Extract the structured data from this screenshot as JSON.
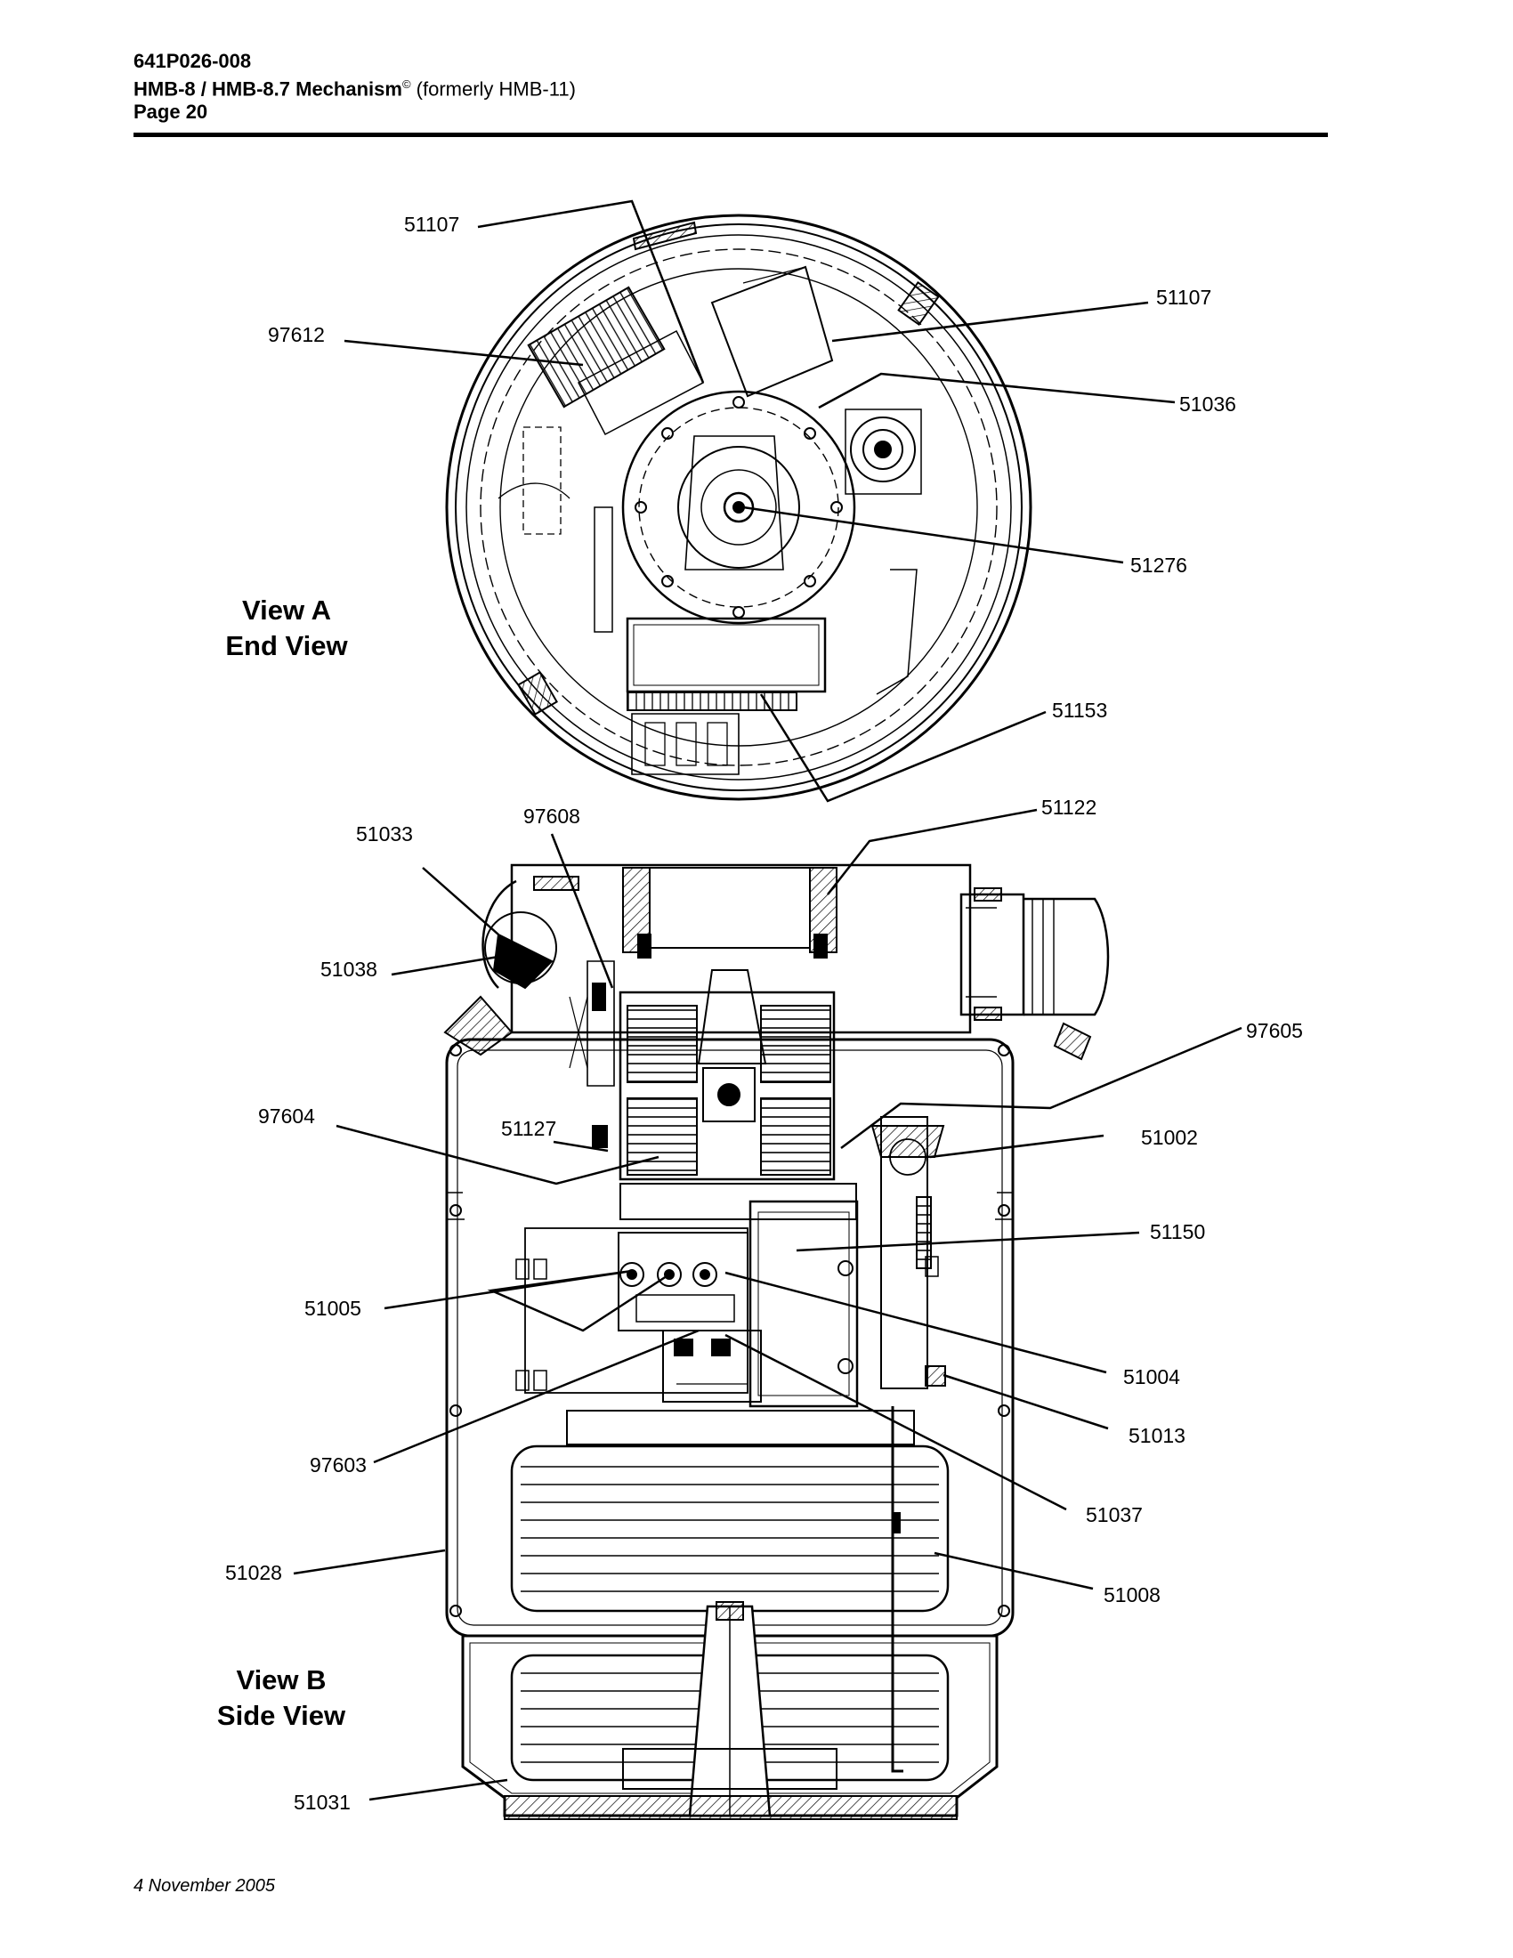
{
  "header": {
    "doc_number": "641P026-008",
    "title_bold": "HMB-8 / HMB-8.7 Mechanism",
    "title_mark": "©",
    "title_note": " (formerly HMB-11)",
    "page": "Page 20"
  },
  "views": {
    "a_line1": "View A",
    "a_line2": "End View",
    "b_line1": "View B",
    "b_line2": "Side View"
  },
  "callouts": [
    "51107",
    "51107",
    "97612",
    "51036",
    "51276",
    "51153",
    "51122",
    "97608",
    "51033",
    "51038",
    "97605",
    "97604",
    "51127",
    "51002",
    "51150",
    "51005",
    "51004",
    "51013",
    "97603",
    "51037",
    "51028",
    "51008",
    "51031"
  ],
  "footer": {
    "date": "4 November 2005"
  },
  "colors": {
    "ink": "#000000",
    "paper": "#ffffff"
  }
}
